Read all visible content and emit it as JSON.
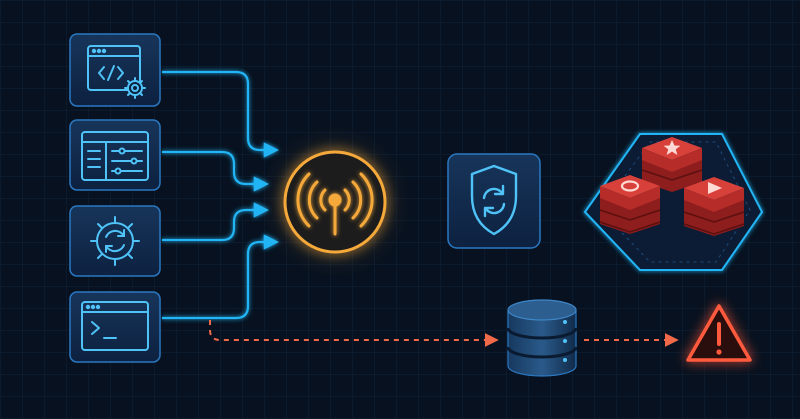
{
  "diagram": {
    "sources": [
      {
        "id": "source-code-config",
        "icon": "code-window-gear-icon"
      },
      {
        "id": "source-dashboard",
        "icon": "dashboard-sliders-icon"
      },
      {
        "id": "source-sync-service",
        "icon": "gear-sync-icon"
      },
      {
        "id": "source-terminal",
        "icon": "terminal-window-icon"
      }
    ],
    "hub": {
      "icon": "broadcast-antenna-icon"
    },
    "gateway": {
      "icon": "shield-sync-icon"
    },
    "cluster": {
      "icon": "cache-cluster-icon",
      "nodes": [
        {
          "icon": "star-icon"
        },
        {
          "icon": "circle-icon"
        },
        {
          "icon": "play-triangle-icon"
        }
      ]
    },
    "database": {
      "icon": "database-icon"
    },
    "alert": {
      "icon": "warning-triangle-icon"
    },
    "colors": {
      "background": "#07111f",
      "grid": "#0f2238",
      "flow": "#22b5f5",
      "hub": "#f5a93a",
      "fallback": "#f06a4a",
      "alert": "#ff5a3c",
      "cache": "#c9302c",
      "panel": "#122a47",
      "panel_border": "#2b78c2",
      "icon_stroke": "#4fc3f7"
    }
  }
}
